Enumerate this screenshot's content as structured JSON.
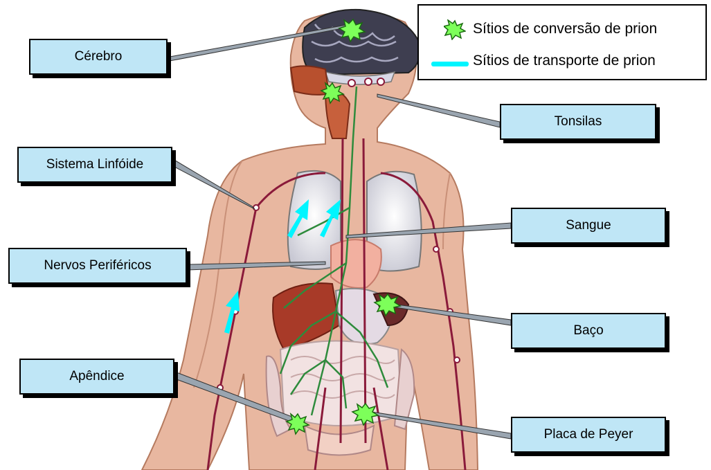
{
  "legend": {
    "conversion_label": "Sítios de conversão de prion",
    "transport_label": "Sítios de transporte de prion",
    "conversion_icon": "green-star-burst-icon",
    "transport_icon": "cyan-line-icon"
  },
  "labels": {
    "brain": "Cérebro",
    "tonsils": "Tonsilas",
    "lymphoid": "Sistema Linfóide",
    "blood": "Sangue",
    "nerves": "Nervos Periféricos",
    "spleen": "Baço",
    "appendix": "Apêndice",
    "peyer": "Placa de Peyer"
  },
  "colors": {
    "label_fill": "#bfe6f6",
    "skin": "#e8b7a0",
    "conversion_site": "#7dff5a",
    "transport_arrow": "#00f5ff",
    "nerve": "#2e8b3c",
    "vessel": "#8a1a3a"
  }
}
